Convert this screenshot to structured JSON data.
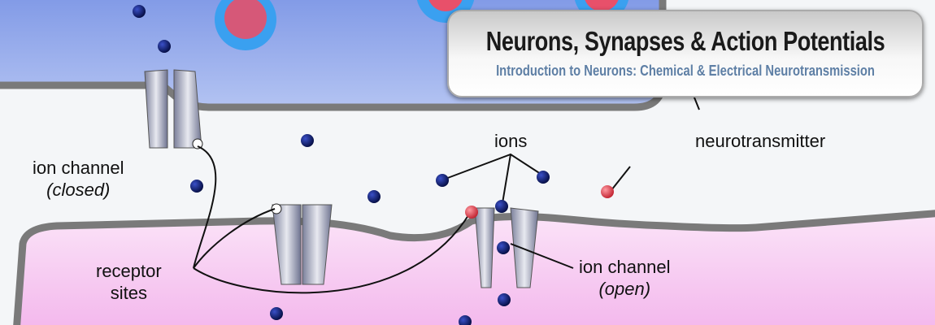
{
  "banner": {
    "title": "Neurons, Synapses & Action Potentials",
    "subtitle": "Introduction to Neurons: Chemical & Electrical Neurotransmission"
  },
  "labels": {
    "ion_channel_closed": "ion channel",
    "closed": "(closed)",
    "receptor_sites_1": "receptor",
    "receptor_sites_2": "sites",
    "ions": "ions",
    "neurotransmitter": "neurotransmitter",
    "ion_channel_open": "ion channel",
    "open": "(open)"
  },
  "colors": {
    "presynaptic": "#8ea6ea",
    "postsynaptic": "#f6c6f0",
    "membrane": "#7a7a7a",
    "ion": "#0b1a6e",
    "neurotransmitter": "#e0404e"
  }
}
